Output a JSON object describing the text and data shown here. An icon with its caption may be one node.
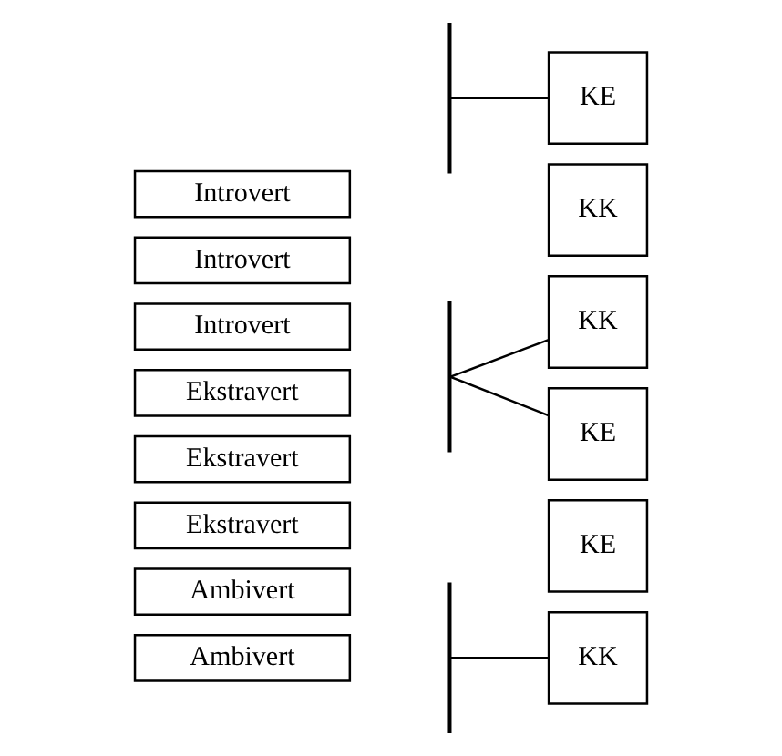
{
  "diagram": {
    "nodes": [
      {
        "text": [
          "Introvert"
        ]
      },
      {
        "text": [
          "Introvert"
        ]
      },
      {
        "text": [
          "Introvert"
        ]
      },
      {
        "text": [
          "Ekstravert"
        ]
      },
      {
        "text": [
          "Ekstravert"
        ]
      },
      {
        "text": [
          "Ekstravert"
        ]
      },
      {
        "text": [
          "Ambivert"
        ]
      },
      {
        "text": [
          "Ambivert"
        ]
      },
      {
        "text": [],
        "shape": "bar"
      },
      {
        "text": [],
        "shape": "bar"
      },
      {
        "text": [],
        "shape": "bar"
      },
      {
        "text": [
          "KE"
        ]
      },
      {
        "text": [
          "KK"
        ]
      },
      {
        "text": [
          "KE"
        ]
      },
      {
        "text": [
          "KK"
        ]
      },
      {
        "text": [
          "KE"
        ]
      },
      {
        "text": [
          "KK"
        ]
      }
    ],
    "edges": [
      {
        "from": 8,
        "to": 11,
        "arrow": "none"
      },
      {
        "from": 9,
        "to": 13,
        "arrow": "none"
      },
      {
        "from": 9,
        "to": 14,
        "arrow": "none"
      },
      {
        "from": 10,
        "to": 16,
        "arrow": "none"
      }
    ]
  }
}
